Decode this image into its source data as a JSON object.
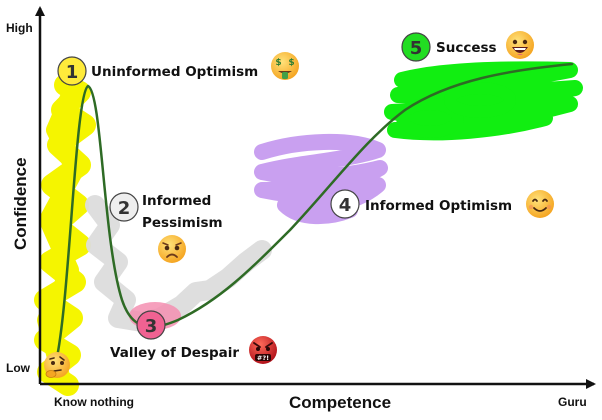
{
  "axes": {
    "y_title": "Confidence",
    "y_high": "High",
    "y_low": "Low",
    "x_title": "Competence",
    "x_start": "Know nothing",
    "x_end": "Guru"
  },
  "stages": [
    {
      "number": "1",
      "lines": [
        "Uninformed Optimism"
      ],
      "badge_color": "#ffeb3b",
      "emoji": "money-face-icon"
    },
    {
      "number": "2",
      "lines": [
        "Informed",
        "Pessimism"
      ],
      "badge_color": "#eeeeee",
      "emoji": "worried-face-icon"
    },
    {
      "number": "3",
      "lines": [
        "Valley of Despair"
      ],
      "badge_color": "#f06292",
      "emoji": "angry-cursing-face-icon"
    },
    {
      "number": "4",
      "lines": [
        "Informed Optimism"
      ],
      "badge_color": "#ffffff",
      "emoji": "smiling-face-icon"
    },
    {
      "number": "5",
      "lines": [
        "Success"
      ],
      "badge_color": "#22dd22",
      "emoji": "grinning-face-icon"
    }
  ],
  "colors": {
    "curve": "#2e6b25",
    "yellow_scribble": "#f5f500",
    "grey_scribble": "#d9d9d9",
    "pink_scribble": "#f48fb1",
    "purple_scribble": "#c9a0f0",
    "green_scribble": "#11ee11"
  }
}
